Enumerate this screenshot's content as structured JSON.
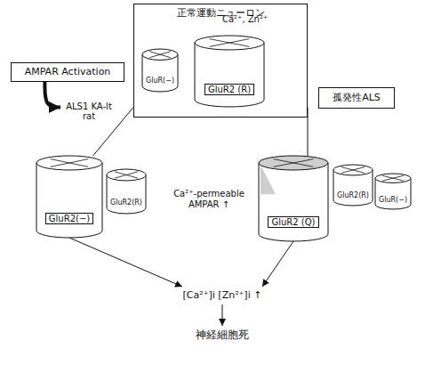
{
  "diagram": {
    "nodes": [
      {
        "text": [
          "正常運動ニューロン"
        ]
      },
      {
        "text": [
          "GluR(−)"
        ],
        "in": 0
      },
      {
        "text": [
          "GluR2 (R)"
        ],
        "in": 0
      },
      {
        "text": [
          "AMPAR Activation"
        ]
      },
      {
        "text": [
          "ALS1 KA-lt rat"
        ]
      },
      {
        "text": [
          "孤発性ALS"
        ]
      },
      {
        "text": [
          "GluR2(−)"
        ]
      },
      {
        "text": [
          "GluR2(R)"
        ]
      },
      {
        "text": [
          "GluR2 (Q)"
        ]
      },
      {
        "text": [
          "GluR2(R)"
        ]
      },
      {
        "text": [
          "GluR(−)"
        ]
      },
      {
        "text": [
          "[Ca²⁺]i [Zn²⁺]i ↑"
        ]
      },
      {
        "text": [
          "神経細胞死"
        ]
      }
    ],
    "edges": [
      {
        "from": 0,
        "to": 6,
        "arrow": "none"
      },
      {
        "from": 0,
        "to": 8,
        "arrow": "none"
      },
      {
        "from": 3,
        "to": 4,
        "arrow": "to"
      },
      {
        "from": 6,
        "to": 11,
        "arrow": "to"
      },
      {
        "from": 8,
        "to": 11,
        "arrow": "to"
      },
      {
        "from": 11,
        "to": 12,
        "arrow": "to"
      }
    ],
    "labels": [
      "Ca²⁺, Zn²⁺",
      "Ca²⁺-permeable AMPAR ↑"
    ]
  }
}
